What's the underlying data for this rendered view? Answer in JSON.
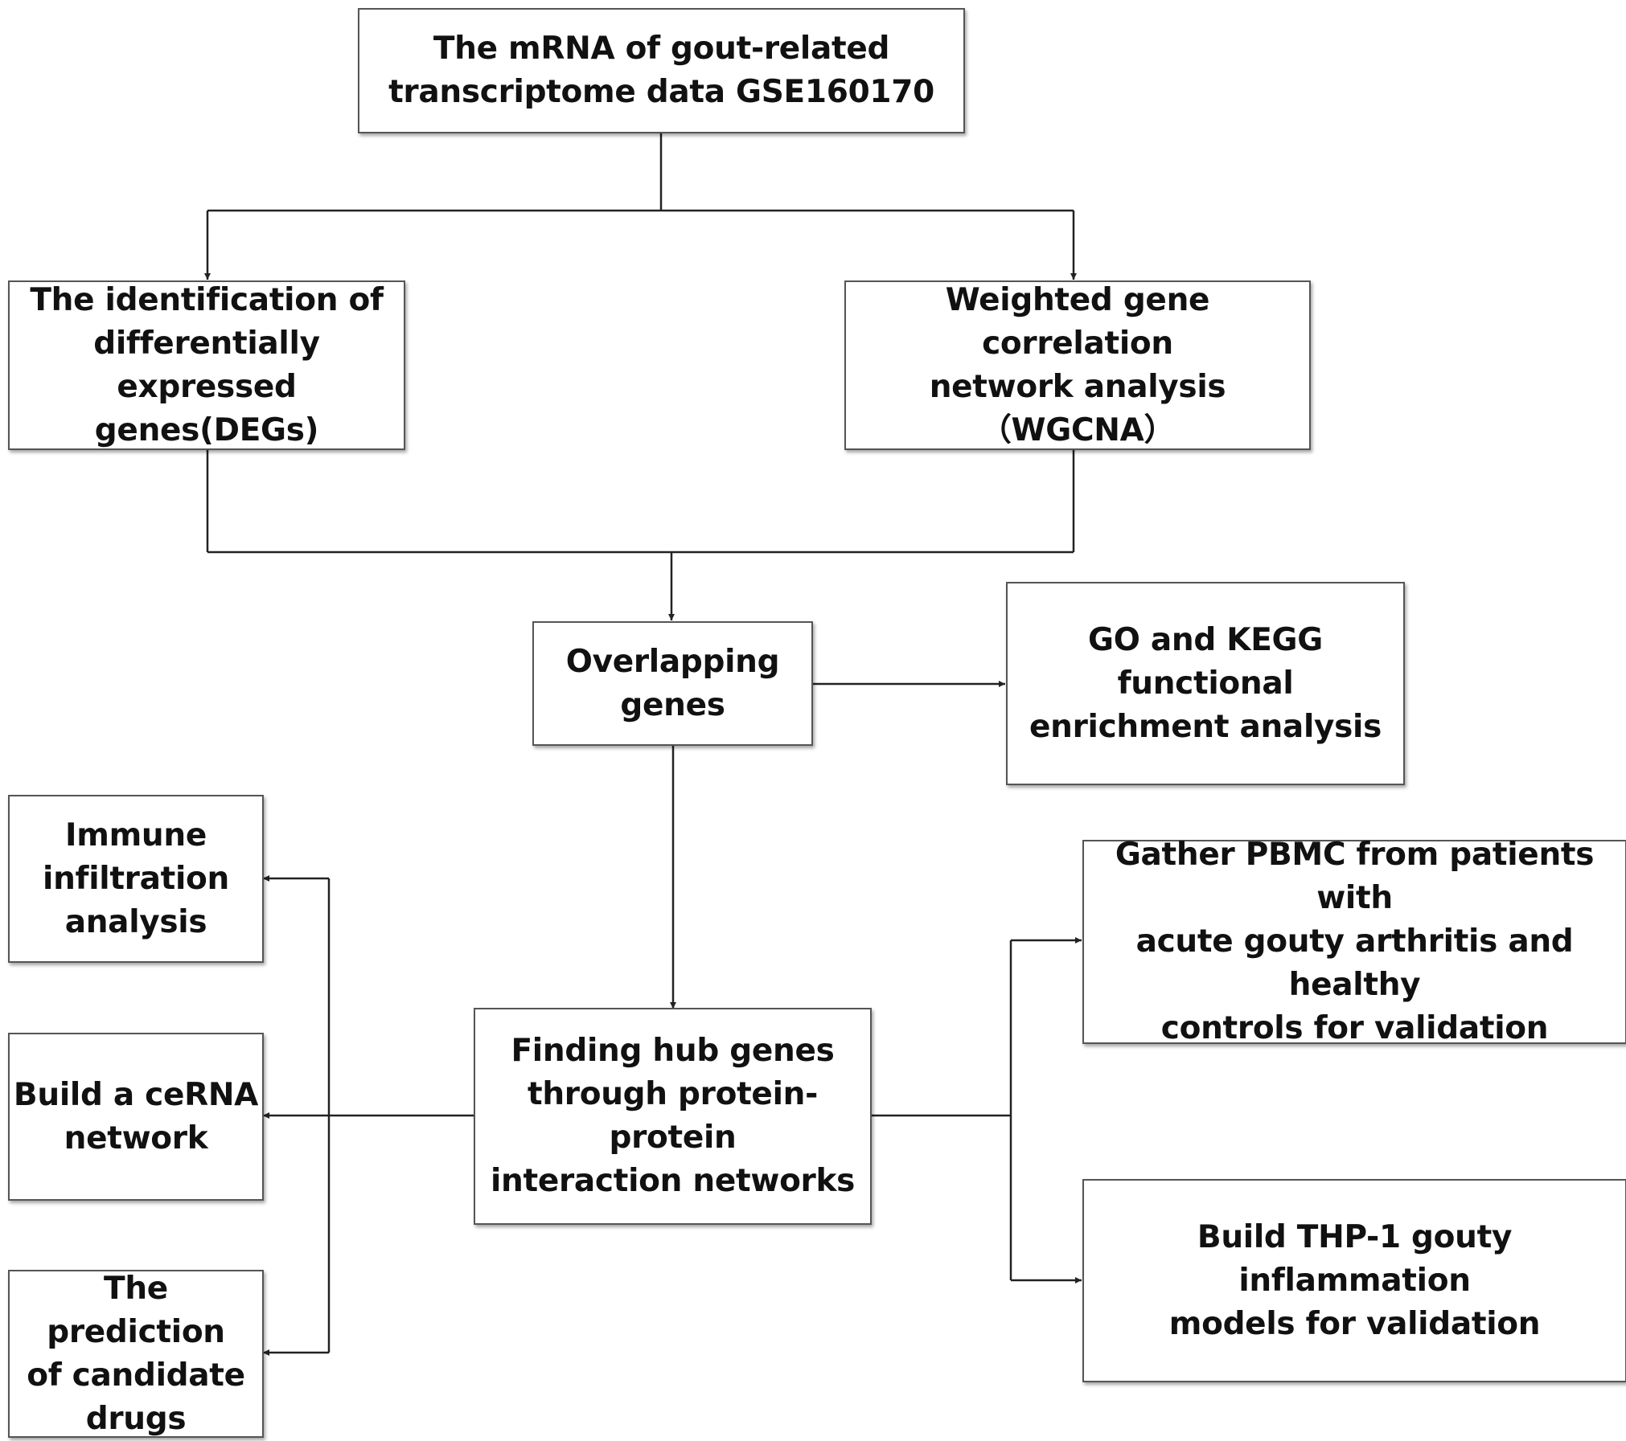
{
  "nodes": {
    "source": "The mRNA of gout-related\ntranscriptome data GSE160170",
    "degs": "The identification of\ndifferentially expressed\ngenes(DEGs)",
    "wgcna": "Weighted gene correlation\nnetwork analysis（WGCNA）",
    "overlap": "Overlapping\ngenes",
    "enrichment": "GO and KEGG functional\nenrichment analysis",
    "immune": "Immune\ninfiltration\nanalysis",
    "cerna": "Build a ceRNA\nnetwork",
    "drugs": "The prediction\nof candidate\ndrugs",
    "hub": "Finding hub genes\nthrough protein-protein\ninteraction networks",
    "pbmc": "Gather PBMC from patients with\nacute gouty arthritis and healthy\ncontrols for validation",
    "thp1": "Build THP-1 gouty inflammation\nmodels for validation"
  }
}
